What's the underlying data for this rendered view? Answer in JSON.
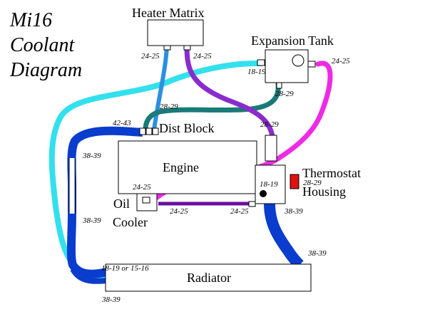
{
  "title": {
    "line1": "Mi16",
    "line2": "Coolant",
    "line3": "Diagram"
  },
  "components": {
    "heater_matrix": "Heater Matrix",
    "expansion_tank": "Expansion Tank",
    "dist_block": "Dist Block",
    "engine": "Engine",
    "thermostat_line1": "Thermostat",
    "thermostat_line2": "Housing",
    "oil_cooler_line1": "Oil",
    "oil_cooler_line2": "Cooler",
    "radiator": "Radiator"
  },
  "hose_sizes": {
    "heater_left": "24-25",
    "heater_right": "24-25",
    "tank_left": "18-19",
    "tank_right": "24-25",
    "tank_bottom": "28-29",
    "dist_top": "28-29",
    "dist_left": "42-43",
    "engine_right_top": "28-29",
    "rad_left_upper": "38-39",
    "rad_left_lower": "38-39",
    "engine_oil": "24-25",
    "oil_line": "24-25",
    "thermo_in": "18-19",
    "thermo_side": "28-29",
    "thermo_out": "38-39",
    "rad_right": "38-39",
    "rad_top": "18-19 or 15-16",
    "rad_bottom": "38-39"
  },
  "colors": {
    "cyan_hose": "#33e0ee",
    "blue_hose": "#0a3ccd",
    "light_blue_hose": "#2d8fe0",
    "purple_hose": "#8a2ccc",
    "teal_hose": "#1a7a78",
    "magenta_hose": "#ee2ae6",
    "dark_purple_hose": "#6a0fa0",
    "thermostat_red": "#e01010"
  }
}
